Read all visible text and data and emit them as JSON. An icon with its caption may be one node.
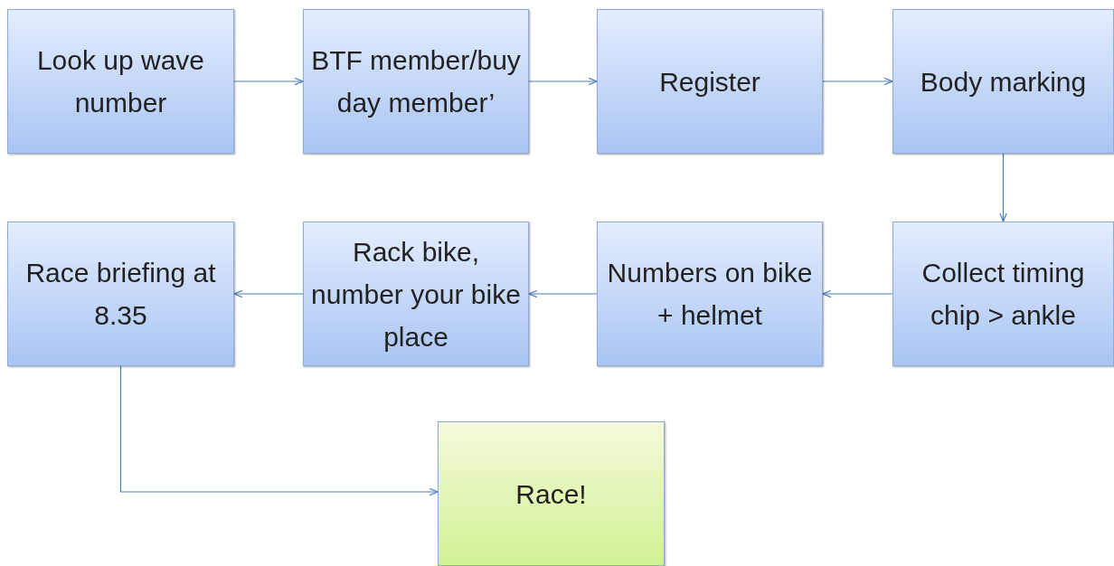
{
  "diagram": {
    "nodes": [
      {
        "text": [
          "Look up wave number"
        ]
      },
      {
        "text": [
          "BTF member/buy day member’"
        ]
      },
      {
        "text": [
          "Register"
        ]
      },
      {
        "text": [
          "Body marking"
        ]
      },
      {
        "text": [
          "Collect timing chip > ankle"
        ]
      },
      {
        "text": [
          "Numbers on bike + helmet"
        ]
      },
      {
        "text": [
          "Rack bike, number your bike place"
        ]
      },
      {
        "text": [
          "Race briefing at 8.35"
        ]
      },
      {
        "text": [
          "Race!"
        ]
      }
    ],
    "edges": [
      {
        "from": 0,
        "to": 1,
        "arrow": "to"
      },
      {
        "from": 1,
        "to": 2,
        "arrow": "to"
      },
      {
        "from": 2,
        "to": 3,
        "arrow": "to"
      },
      {
        "from": 3,
        "to": 4,
        "arrow": "to"
      },
      {
        "from": 4,
        "to": 5,
        "arrow": "to"
      },
      {
        "from": 5,
        "to": 6,
        "arrow": "to"
      },
      {
        "from": 6,
        "to": 7,
        "arrow": "to"
      },
      {
        "from": 7,
        "to": 8,
        "arrow": "to"
      }
    ]
  }
}
